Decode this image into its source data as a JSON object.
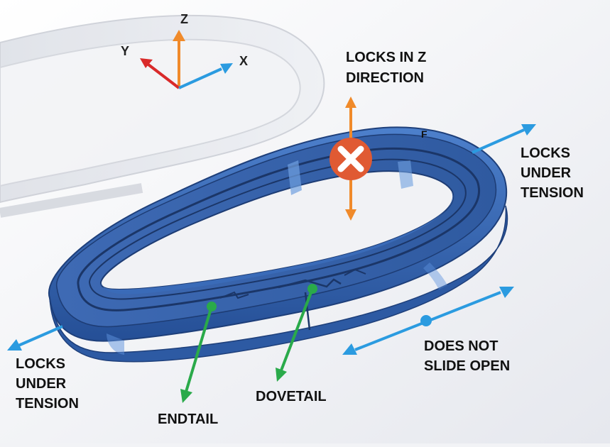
{
  "axes": {
    "z": "Z",
    "y": "Y",
    "x": "X"
  },
  "labels": {
    "locks_z": [
      "LOCKS IN Z",
      "DIRECTION"
    ],
    "locks_tension_right": [
      "LOCKS",
      "UNDER",
      "TENSION"
    ],
    "locks_tension_left": [
      "LOCKS",
      "UNDER",
      "TENSION"
    ],
    "does_not_slide": [
      "DOES NOT",
      "SLIDE OPEN"
    ],
    "dovetail": "DOVETAIL",
    "endtail": "ENDTAIL",
    "face_marker": "F"
  },
  "colors": {
    "part_blue": "#3a66b0",
    "axis_red": "#d92a2a",
    "axis_orange": "#f08a2a",
    "axis_blue": "#2b9be0",
    "callout_green": "#2aaa4a",
    "stop_circle": "#e05a33"
  },
  "icons": {
    "stop": "x-circle-icon",
    "arrows": "arrow-icon"
  }
}
